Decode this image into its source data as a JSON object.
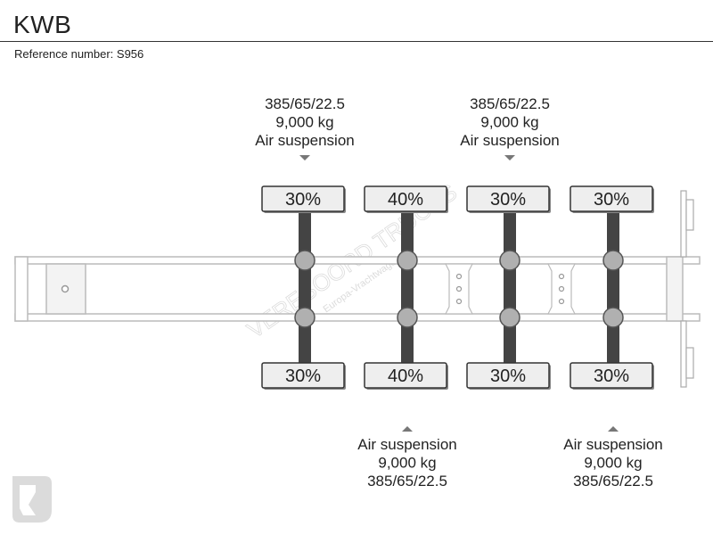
{
  "header": {
    "title": "KWB",
    "reference": "Reference number: S956"
  },
  "colors": {
    "axle": "#444444",
    "hub": "#b0b0b0",
    "tire_box": "#eeeeee",
    "frame": "#bbbbbb"
  },
  "watermark": {
    "text": "VERESOORD TRUCKS",
    "subtext": "Europa-Vrachtwagen.nl"
  },
  "axles": [
    {
      "top_label": [
        "385/65/22.5",
        "9,000 kg",
        "Air suspension"
      ],
      "bottom_label": [],
      "top_pct": "30%",
      "bottom_pct": "30%"
    },
    {
      "top_label": [],
      "bottom_label": [
        "Air suspension",
        "9,000 kg",
        "385/65/22.5"
      ],
      "top_pct": "40%",
      "bottom_pct": "40%"
    },
    {
      "top_label": [
        "385/65/22.5",
        "9,000 kg",
        "Air suspension"
      ],
      "bottom_label": [],
      "top_pct": "30%",
      "bottom_pct": "30%"
    },
    {
      "top_label": [],
      "bottom_label": [
        "Air suspension",
        "9,000 kg",
        "385/65/22.5"
      ],
      "top_pct": "30%",
      "bottom_pct": "30%"
    }
  ]
}
